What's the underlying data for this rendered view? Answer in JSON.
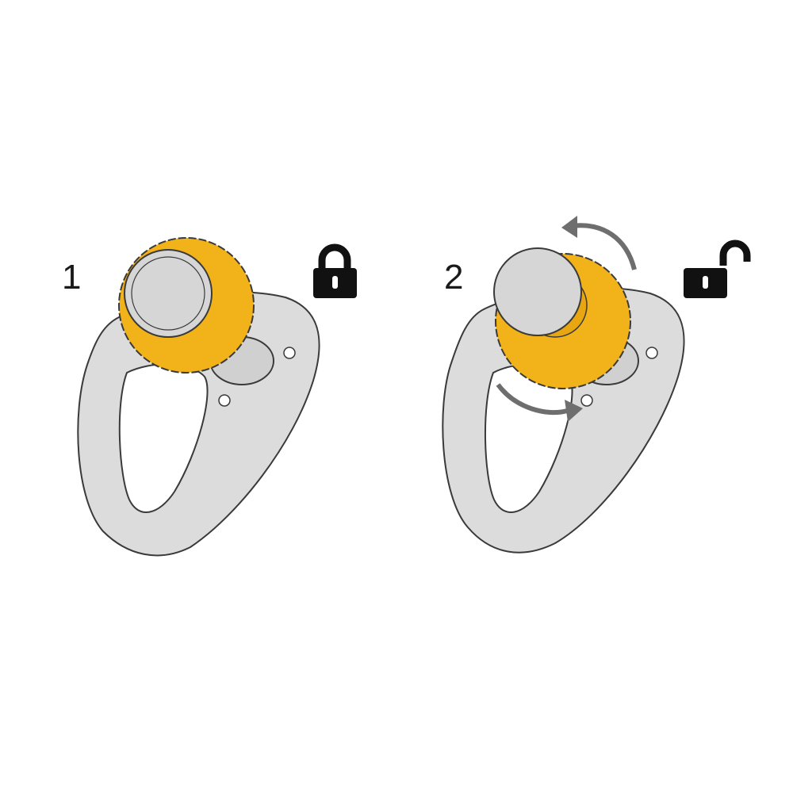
{
  "steps": [
    {
      "number": "1",
      "state": "locked",
      "lock_icon": "padlock-closed-icon"
    },
    {
      "number": "2",
      "state": "unlocked",
      "lock_icon": "padlock-open-icon"
    }
  ],
  "colors": {
    "plate": "#dcdcdc",
    "outline": "#3a3a3a",
    "nut": "#f2b21a",
    "cap": "#d6d6d6",
    "arrow": "#6e6e6e",
    "icon": "#111111"
  }
}
